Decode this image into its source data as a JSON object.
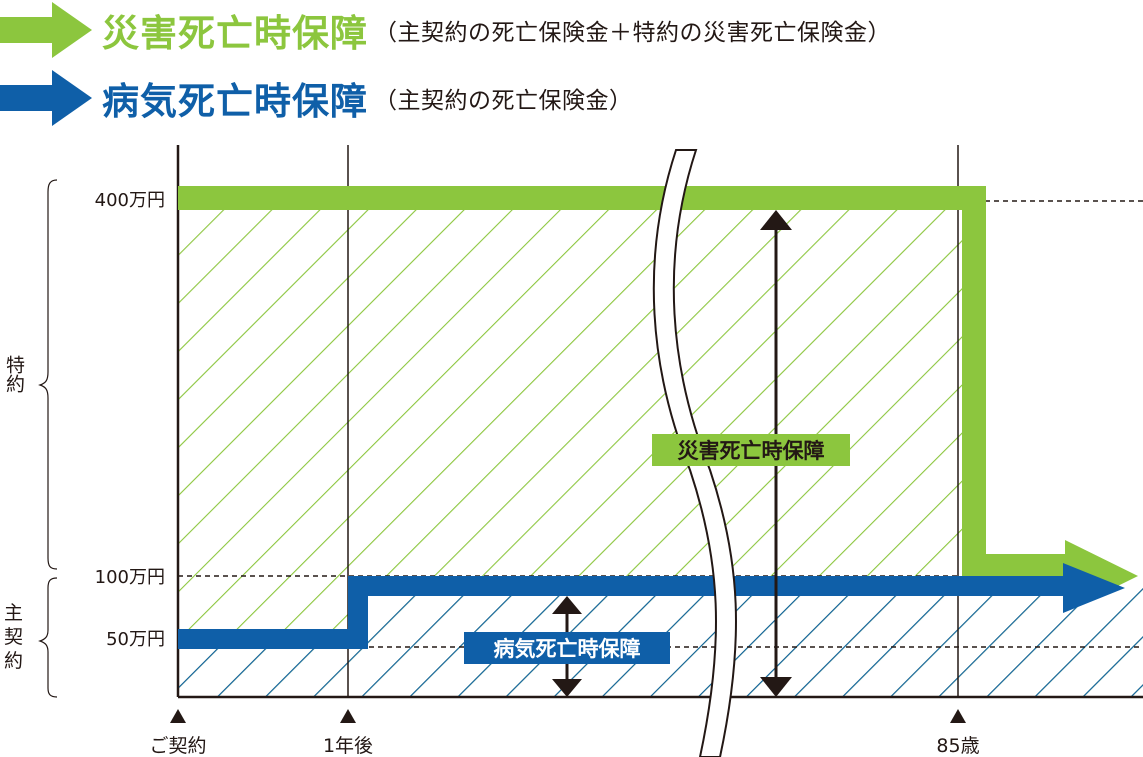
{
  "legend": {
    "disaster": {
      "title": "災害死亡時保障",
      "note": "（主契約の死亡保険金＋特約の災害死亡保険金）"
    },
    "illness": {
      "title": "病気死亡時保障",
      "note": "（主契約の死亡保険金）"
    }
  },
  "y_axis": {
    "ticks": [
      "400万円",
      "100万円",
      "50万円"
    ],
    "groups": {
      "rider": "特約",
      "main": [
        "主",
        "契",
        "約"
      ]
    }
  },
  "x_axis": {
    "ticks": [
      "ご契約",
      "1年後",
      "85歳"
    ]
  },
  "labels": {
    "disaster_box": "災害死亡時保障",
    "illness_box": "病気死亡時保障"
  },
  "colors": {
    "green": "#8cc63e",
    "blue": "#0f5fa8",
    "dark": "#231815"
  }
}
